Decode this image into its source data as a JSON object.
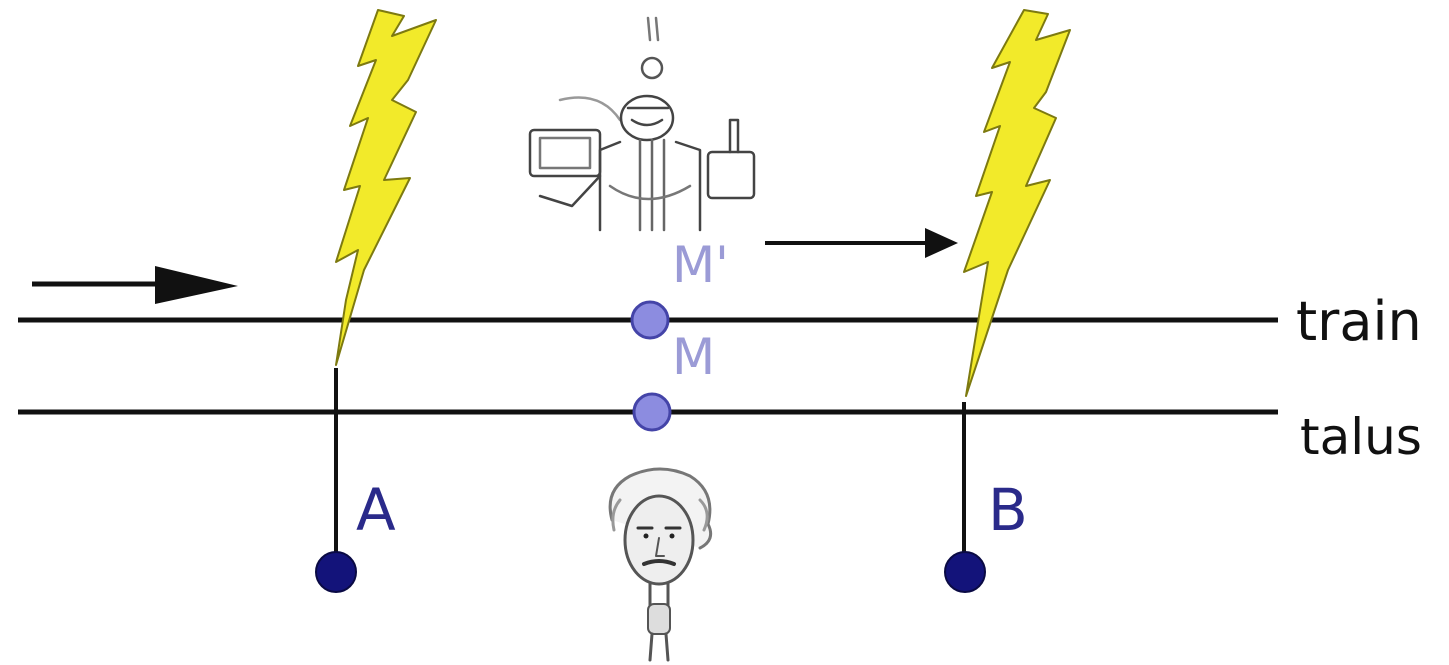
{
  "labels": {
    "train": "train",
    "talus": "talus",
    "point_a": "A",
    "point_b": "B",
    "point_m": "M",
    "point_m_prime": "M'"
  },
  "colors": {
    "line": "#111111",
    "bolt_fill": "#f2ea2a",
    "bolt_stroke": "#7d7a10",
    "point_blue": "#13137a",
    "point_violet": "#8c8ce0",
    "label_blue": "#2a2a8a",
    "label_violet": "#9b9bd6"
  },
  "icons": {
    "observer_train": "pilot-observer-figure",
    "observer_ground": "einstein-caricature",
    "event_a": "lightning-bolt-icon",
    "event_b": "lightning-bolt-icon"
  }
}
